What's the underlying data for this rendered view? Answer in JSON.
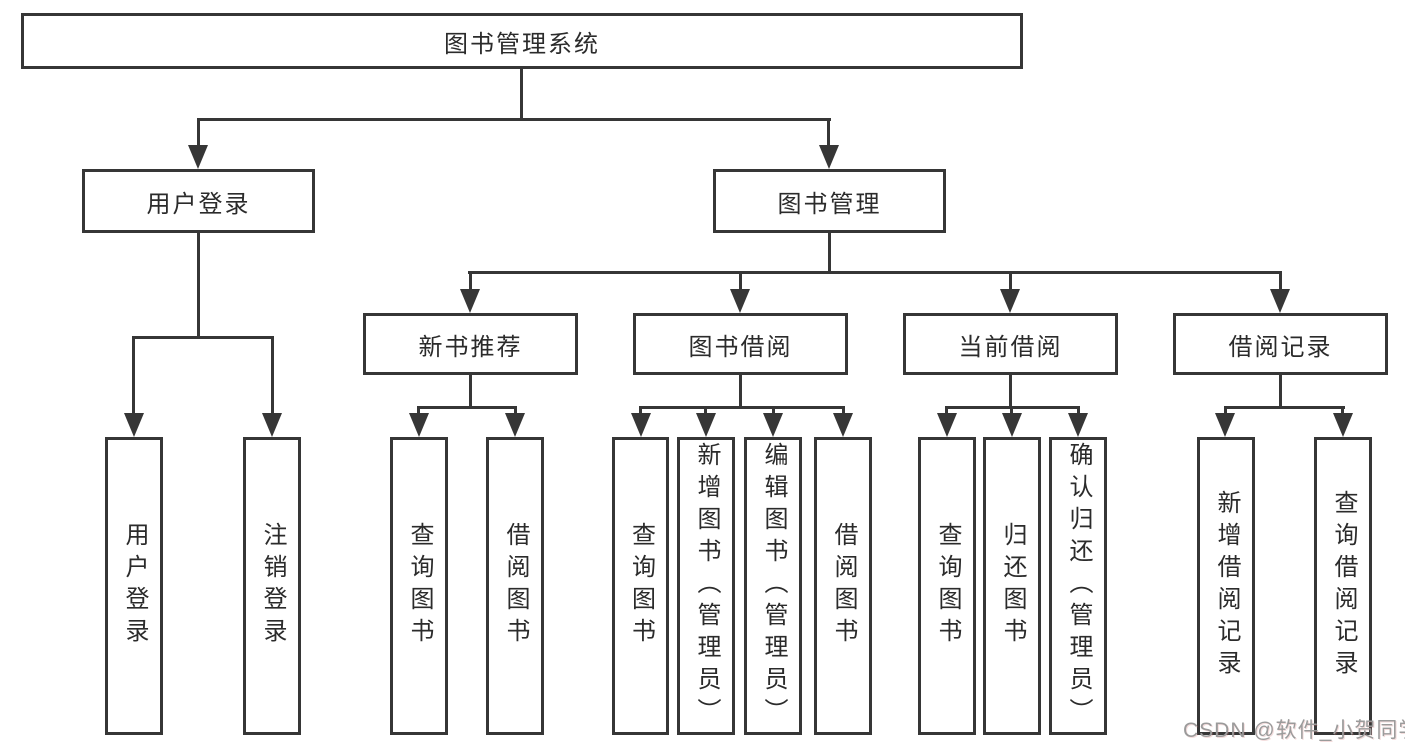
{
  "diagram": {
    "root": {
      "label": "图书管理系统"
    },
    "branches": [
      {
        "label": "用户登录",
        "children": [
          {
            "label": "用户登录"
          },
          {
            "label": "注销登录"
          }
        ]
      },
      {
        "label": "图书管理",
        "sections": [
          {
            "label": "新书推荐",
            "children": [
              {
                "label": "查询图书"
              },
              {
                "label": "借阅图书"
              }
            ]
          },
          {
            "label": "图书借阅",
            "children": [
              {
                "label": "查询图书"
              },
              {
                "label": "新增图书（管理员）"
              },
              {
                "label": "编辑图书（管理员）"
              },
              {
                "label": "借阅图书"
              }
            ]
          },
          {
            "label": "当前借阅",
            "children": [
              {
                "label": "查询图书"
              },
              {
                "label": "归还图书"
              },
              {
                "label": "确认归还（管理员）"
              }
            ]
          },
          {
            "label": "借阅记录",
            "children": [
              {
                "label": "新增借阅记录"
              },
              {
                "label": "查询借阅记录"
              }
            ]
          }
        ]
      }
    ]
  },
  "watermark": {
    "text": "CSDN @软件_小贺同学"
  },
  "colors": {
    "line": "#363636",
    "text": "#2b2b2b",
    "background": "#ffffff",
    "watermark": "#9b9b9b"
  }
}
